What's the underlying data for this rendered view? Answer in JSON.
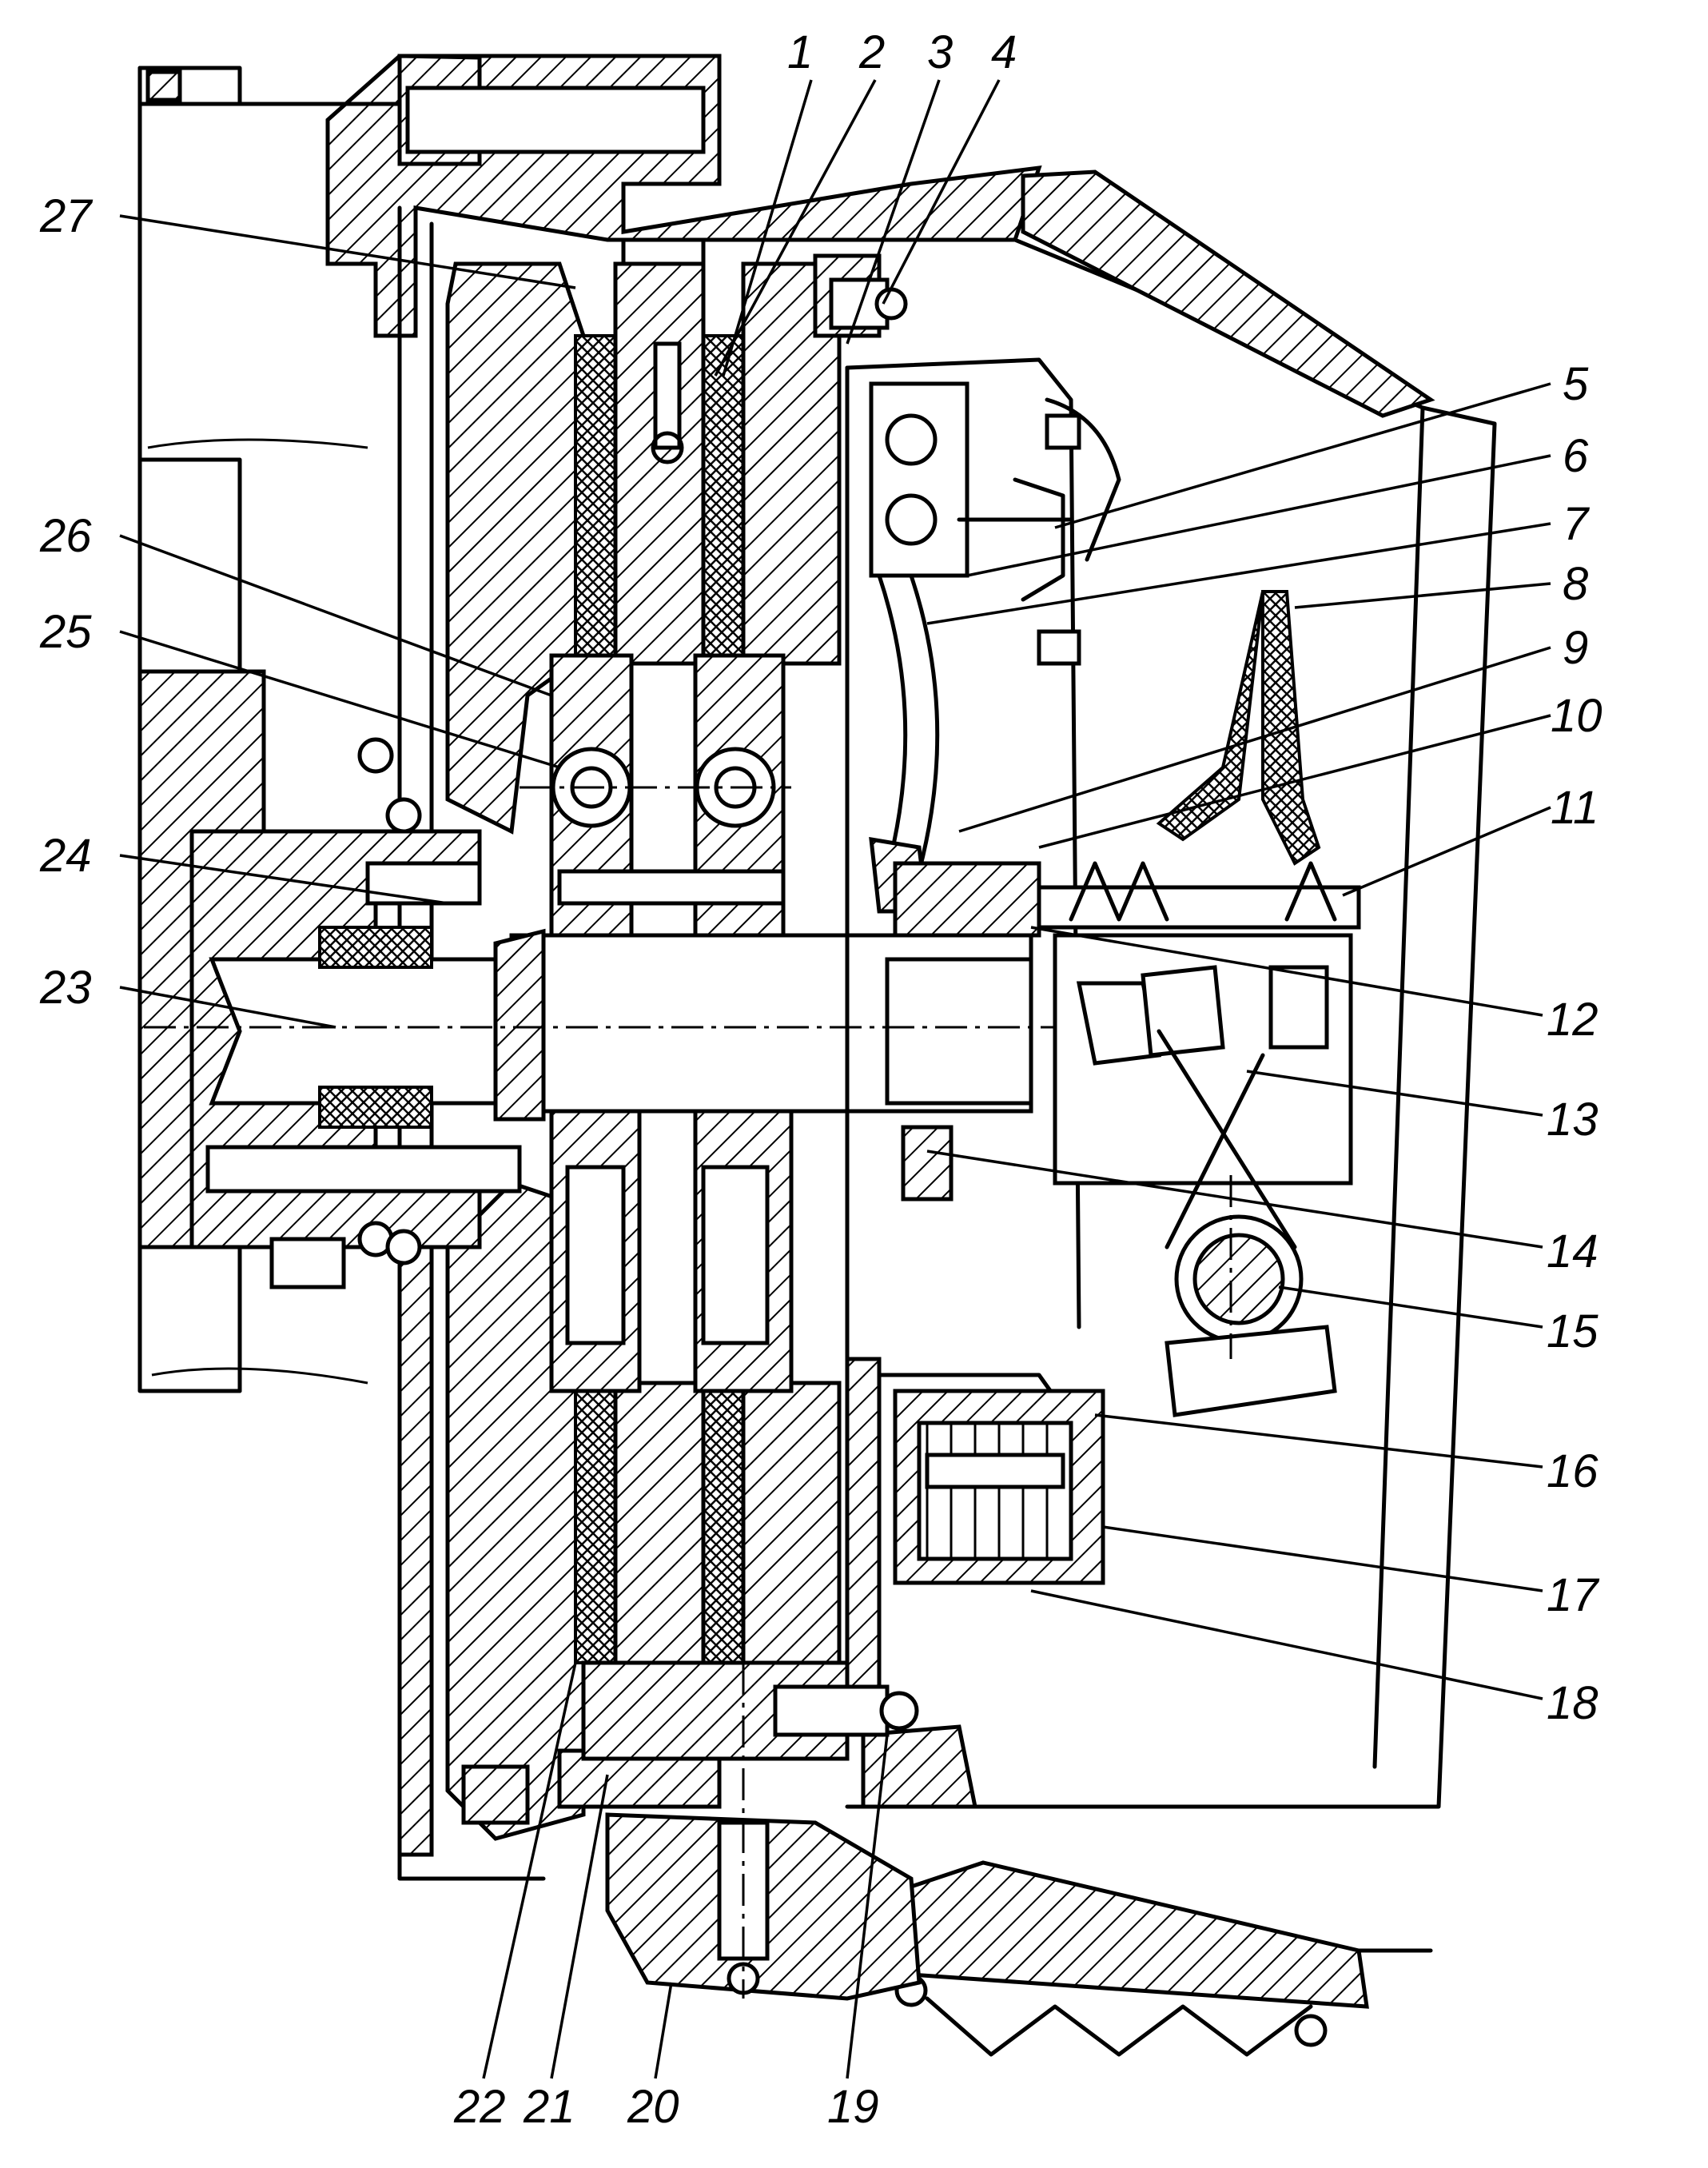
{
  "callouts": [
    {
      "id": "1",
      "text": "1"
    },
    {
      "id": "2",
      "text": "2"
    },
    {
      "id": "3",
      "text": "3"
    },
    {
      "id": "4",
      "text": "4"
    },
    {
      "id": "5",
      "text": "5"
    },
    {
      "id": "6",
      "text": "6"
    },
    {
      "id": "7",
      "text": "7"
    },
    {
      "id": "8",
      "text": "8"
    },
    {
      "id": "9",
      "text": "9"
    },
    {
      "id": "10",
      "text": "10"
    },
    {
      "id": "11",
      "text": "11"
    },
    {
      "id": "12",
      "text": "12"
    },
    {
      "id": "13",
      "text": "13"
    },
    {
      "id": "14",
      "text": "14"
    },
    {
      "id": "15",
      "text": "15"
    },
    {
      "id": "16",
      "text": "16"
    },
    {
      "id": "17",
      "text": "17"
    },
    {
      "id": "18",
      "text": "18"
    },
    {
      "id": "19",
      "text": "19"
    },
    {
      "id": "20",
      "text": "20"
    },
    {
      "id": "21",
      "text": "21"
    },
    {
      "id": "22",
      "text": "22"
    },
    {
      "id": "23",
      "text": "23"
    },
    {
      "id": "24",
      "text": "24"
    },
    {
      "id": "25",
      "text": "25"
    },
    {
      "id": "26",
      "text": "26"
    },
    {
      "id": "27",
      "text": "27"
    }
  ],
  "colors": {
    "ink": "#000000",
    "paper": "#ffffff"
  }
}
